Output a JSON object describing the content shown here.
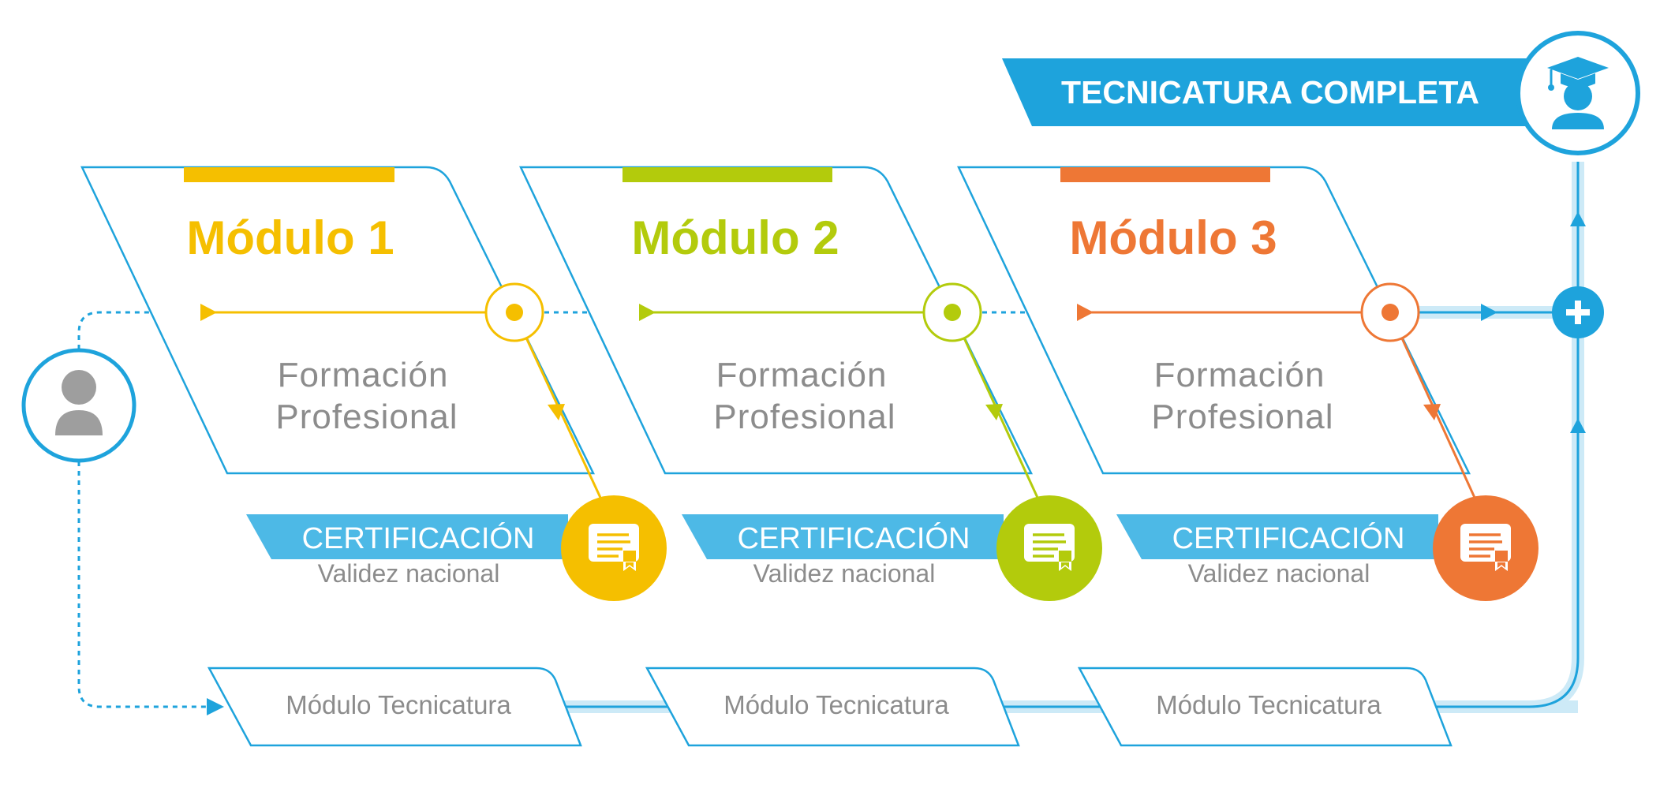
{
  "banner": {
    "title": "TECNICATURA COMPLETA",
    "icon": "graduate-icon"
  },
  "start_icon": "person-icon",
  "plus_icon": "plus-icon",
  "colors": {
    "blue": "#1ea3dc",
    "light_blue": "#4db9e6",
    "yellow": "#f5bf00",
    "green": "#b3cb0c",
    "orange": "#ee7735",
    "gray_text": "#8c8c8c",
    "person_gray": "#9e9e9e"
  },
  "modules": [
    {
      "title": "Módulo 1",
      "subtitle_line1": "Formación",
      "subtitle_line2": "Profesional",
      "cert_title": "CERTIFICACIÓN",
      "cert_sub": "Validez nacional",
      "tecnicatura": "Módulo Tecnicatura",
      "color": "#f5bf00",
      "cert_icon": "certificate-icon"
    },
    {
      "title": "Módulo 2",
      "subtitle_line1": "Formación",
      "subtitle_line2": "Profesional",
      "cert_title": "CERTIFICACIÓN",
      "cert_sub": "Validez nacional",
      "tecnicatura": "Módulo Tecnicatura",
      "color": "#b3cb0c",
      "cert_icon": "certificate-icon"
    },
    {
      "title": "Módulo 3",
      "subtitle_line1": "Formación",
      "subtitle_line2": "Profesional",
      "cert_title": "CERTIFICACIÓN",
      "cert_sub": "Validez nacional",
      "tecnicatura": "Módulo Tecnicatura",
      "color": "#ee7735",
      "cert_icon": "certificate-icon"
    }
  ]
}
